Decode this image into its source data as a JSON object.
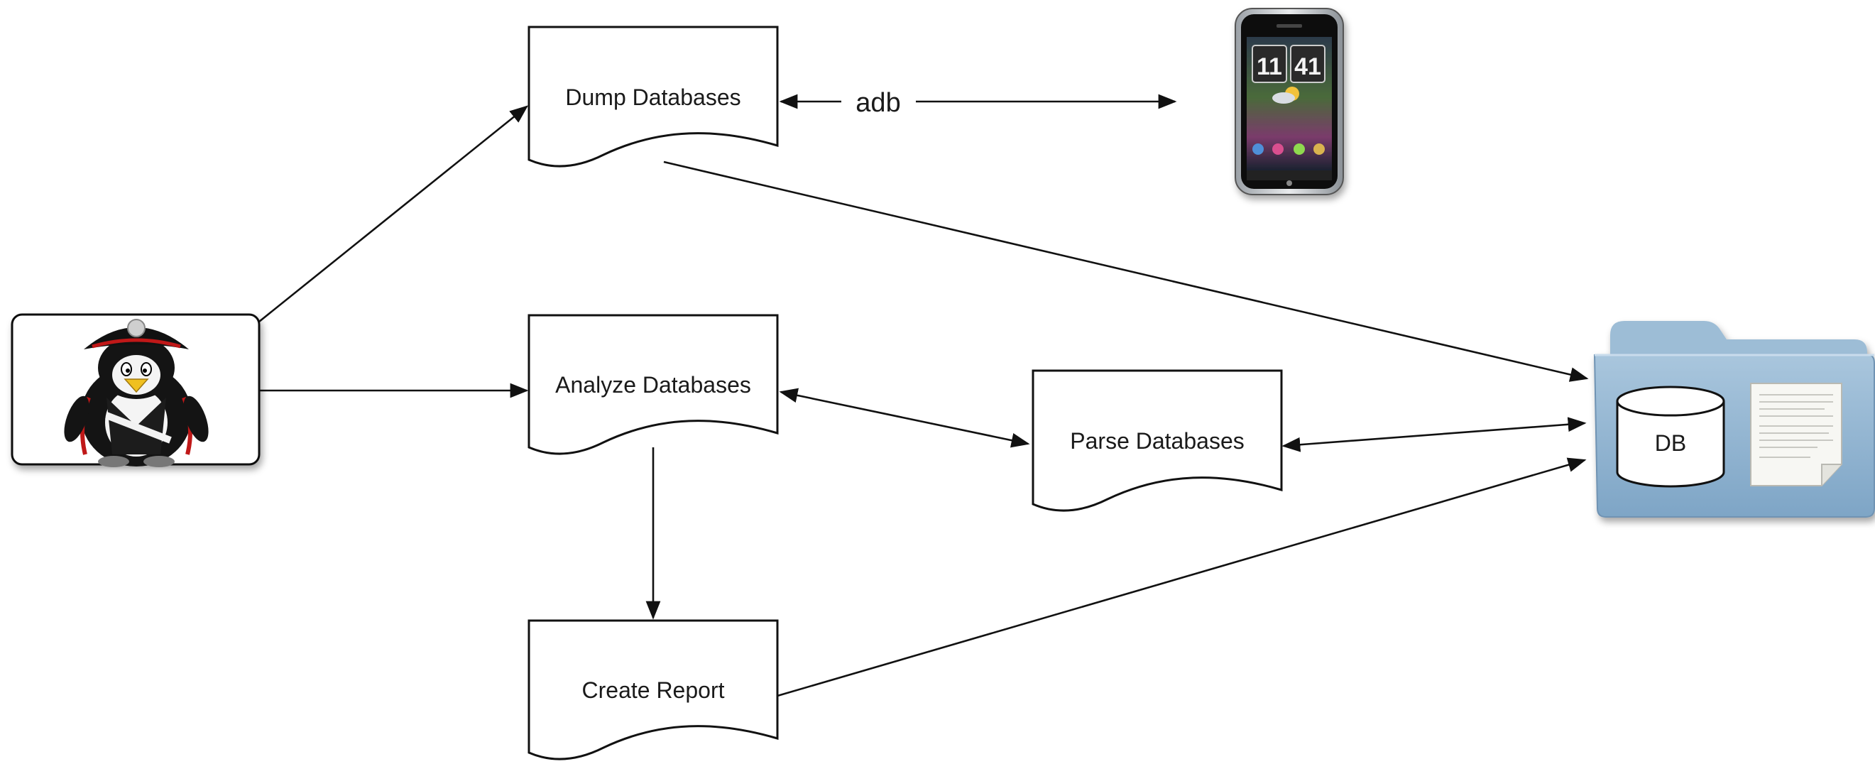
{
  "nodes": {
    "dump": {
      "label": "Dump Databases"
    },
    "analyze": {
      "label": "Analyze Databases"
    },
    "parse": {
      "label": "Parse Databases"
    },
    "report": {
      "label": "Create Report"
    },
    "db": {
      "label": "DB"
    }
  },
  "edges": {
    "adb": {
      "label": "adb"
    }
  },
  "phone": {
    "clock_hours": "11",
    "clock_minutes": "41"
  },
  "icons": {
    "agent": "penguin-officer-icon",
    "phone": "smartphone-icon",
    "storage": "folder-icon",
    "database": "database-cylinder-icon",
    "document": "document-icon"
  },
  "colors": {
    "folder_body": "#8fb3d0",
    "folder_tab": "#a9c6dd",
    "folder_shadow": "#6f93b3",
    "stroke": "#111111"
  }
}
